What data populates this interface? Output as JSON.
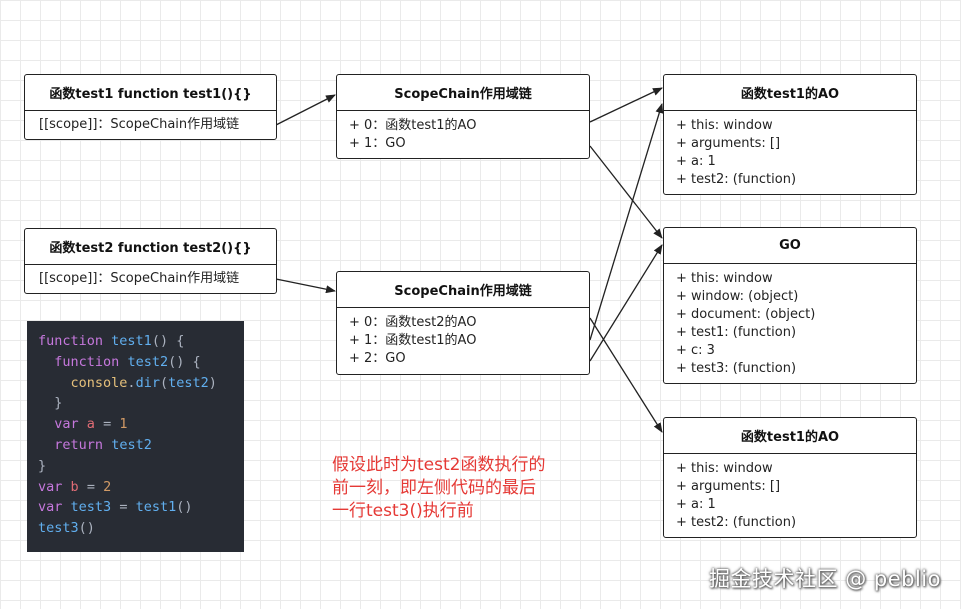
{
  "fn1": {
    "title": "函数test1 function test1(){}",
    "scope": "[[scope]]：ScopeChain作用域链"
  },
  "fn2": {
    "title": "函数test2 function test2(){}",
    "scope": "[[scope]]：ScopeChain作用域链"
  },
  "sc1": {
    "title": "ScopeChain作用域链",
    "items": [
      "+ 0：函数test1的AO",
      "+ 1：GO"
    ]
  },
  "sc2": {
    "title": "ScopeChain作用域链",
    "items": [
      "+ 0：函数test2的AO",
      "+ 1：函数test1的AO",
      "+ 2：GO"
    ]
  },
  "ao1": {
    "title": "函数test1的AO",
    "items": [
      "+ this: window",
      "+ arguments: []",
      "+ a: 1",
      "+ test2: (function)"
    ]
  },
  "go": {
    "title": "GO",
    "items": [
      "+ this: window",
      "+ window: (object)",
      "+ document: (object)",
      "+ test1: (function)",
      "+ c: 3",
      "+ test3: (function)"
    ]
  },
  "ao2": {
    "title": "函数test1的AO",
    "items": [
      "+ this: window",
      "+ arguments: []",
      "+ a: 1",
      "+ test2: (function)"
    ]
  },
  "code": {
    "l1": {
      "kw": "function",
      "fn": "test1",
      "rest": "() {"
    },
    "l2": {
      "kw": "function",
      "fn": "test2",
      "rest": "() {"
    },
    "l3": {
      "obj": "console",
      "dot": ".",
      "method": "dir",
      "open": "(",
      "arg": "test2",
      "close": ")"
    },
    "l4": "}",
    "l5": {
      "kw": "var",
      "name": "a",
      "eq": "=",
      "num": "1"
    },
    "l6": {
      "kw": "return",
      "name": "test2"
    },
    "l7": "}",
    "l8": {
      "kw": "var",
      "name": "b",
      "eq": "=",
      "num": "2"
    },
    "l9": {
      "kw": "var",
      "name": "test3",
      "eq": "=",
      "fn": "test1",
      "rest": "()"
    },
    "l10": {
      "fn": "test3",
      "rest": "()"
    }
  },
  "note": {
    "line1": "假设此时为test2函数执行的",
    "line2": "前一刻，即左侧代码的最后",
    "line3": "一行test3()执行前"
  },
  "watermark": "掘金技术社区 @ peblio"
}
